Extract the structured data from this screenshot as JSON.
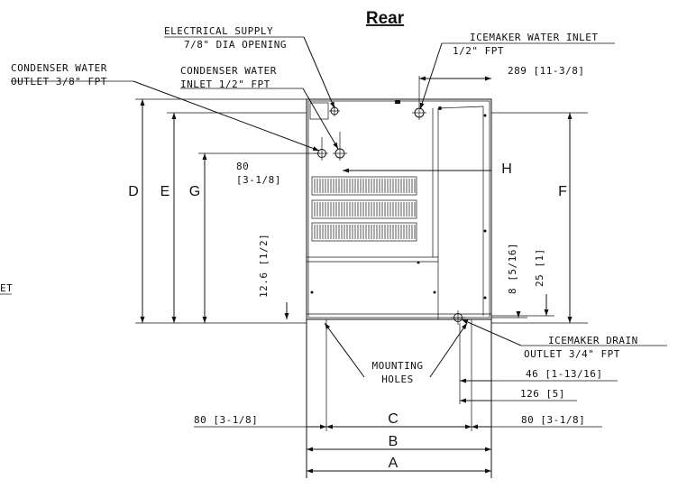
{
  "title": "Rear",
  "callouts": {
    "electrical_supply_1": "ELECTRICAL SUPPLY",
    "electrical_supply_2": "7/8\" DIA OPENING",
    "icemaker_inlet_1": "ICEMAKER WATER INLET",
    "icemaker_inlet_2": "1/2\" FPT",
    "condenser_outlet_1": "CONDENSER WATER",
    "condenser_outlet_2": "OUTLET 3/8\" FPT",
    "condenser_inlet_1": "CONDENSER WATER",
    "condenser_inlet_2": "INLET 1/2\" FPT",
    "mounting_holes_1": "MOUNTING",
    "mounting_holes_2": "HOLES",
    "drain_1": "ICEMAKER DRAIN",
    "drain_2": "OUTLET 3/4\" FPT",
    "cut_off": "ET"
  },
  "dimensions": {
    "d289": "289 [11-3/8]",
    "d80_top_1": "80",
    "d80_top_2": "[3-1/8]",
    "d126_vert": "12.6 [1/2]",
    "d8_vert": "8 [5/16]",
    "d25_vert": "25 [1]",
    "d46": "46 [1-13/16]",
    "d126": "126 [5]",
    "d80_left": "80 [3-1/8]",
    "d80_right": "80 [3-1/8]"
  },
  "letters": {
    "A": "A",
    "B": "B",
    "C": "C",
    "D": "D",
    "E": "E",
    "F": "F",
    "G": "G",
    "H": "H"
  }
}
